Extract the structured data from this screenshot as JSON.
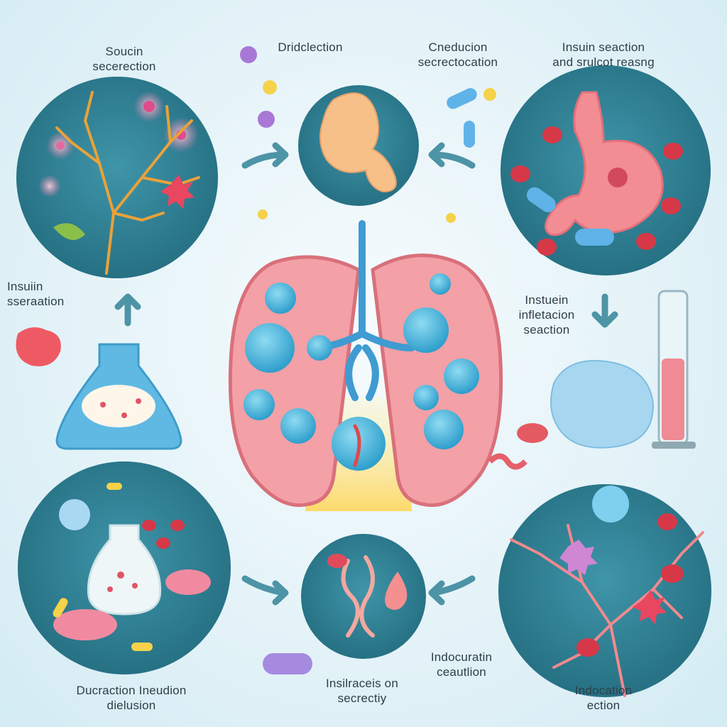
{
  "colors": {
    "background": "#e4f3f8",
    "circle_fill": "#2e7f93",
    "lung_pink": "#f2a0a6",
    "airway_blue": "#4aa6d6",
    "cell_blue": "#59bfe0",
    "arrow": "#4d94a6",
    "text": "#2f3f48"
  },
  "icons": [
    "nerve-cells-icon",
    "fetus-icon",
    "stomach-icon",
    "flask-icon",
    "lungs-icon",
    "test-tube-icon",
    "pills-bottle-icon",
    "blood-vessels-icon",
    "worm-drop-icon",
    "arrow-icon"
  ],
  "labels": {
    "top_left": [
      "Soucin",
      "secerection"
    ],
    "top_center_left": [
      "Dridclection"
    ],
    "top_center_right": [
      "Cneducion",
      "secrectocation"
    ],
    "top_right": [
      "Insuin seaction",
      "and srulcot reasng"
    ],
    "mid_left": [
      "Insuiin",
      "sseraation"
    ],
    "mid_right": [
      "Instuein",
      "infletacion",
      "seaction"
    ],
    "bottom_left": [
      "Ducraction Ineudion",
      "dielusion"
    ],
    "bottom_center_left": [
      "Insilraceis on",
      "secrectiy"
    ],
    "bottom_center_right": [
      "Indocuratin",
      "ceautlion"
    ],
    "bottom_right": [
      "Indocation",
      "ection"
    ]
  }
}
